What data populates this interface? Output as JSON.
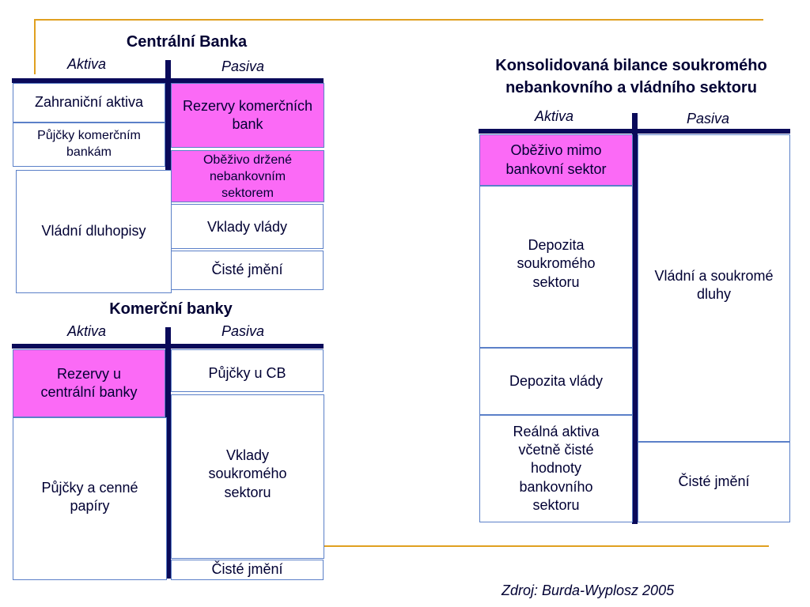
{
  "central_bank": {
    "title": "Centrální Banka",
    "assets_label": "Aktiva",
    "liabilities_label": "Pasiva",
    "assets": [
      "Zahraniční aktiva",
      "Půjčky komerčním bankám",
      "Vládní dluhopisy"
    ],
    "liabilities": [
      "Rezervy komerčních bank",
      "Oběživo držené nebankovním sektorem",
      "Vklady vlády",
      "Čisté jmění"
    ]
  },
  "commercial_banks": {
    "title": "Komerční banky",
    "assets_label": "Aktiva",
    "liabilities_label": "Pasiva",
    "assets": [
      "Rezervy u centrální banky",
      "Půjčky a cenné papíry"
    ],
    "liabilities": [
      "Půjčky u CB",
      "Vklady soukromého sektoru",
      "Čisté jmění"
    ]
  },
  "consolidated": {
    "title_line1": "Konsolidovaná bilance soukromého",
    "title_line2": "nebankovního a vládního sektoru",
    "assets_label": "Aktiva",
    "liabilities_label": "Pasiva",
    "assets": [
      "Oběživo mimo bankovní sektor",
      "Depozita soukromého sektoru",
      "Depozita vlády",
      "Reálná aktiva včetně čisté hodnoty bankovního sektoru"
    ],
    "liabilities": [
      "Vládní a soukromé dluhy",
      "Čisté jmění"
    ]
  },
  "source": "Zdroj: Burda-Wyplosz 2005",
  "colors": {
    "highlight": "#fb6af6",
    "divider": "#0a0a5a",
    "decor_line": "#e0a020",
    "box_border": "#5b80c8"
  }
}
